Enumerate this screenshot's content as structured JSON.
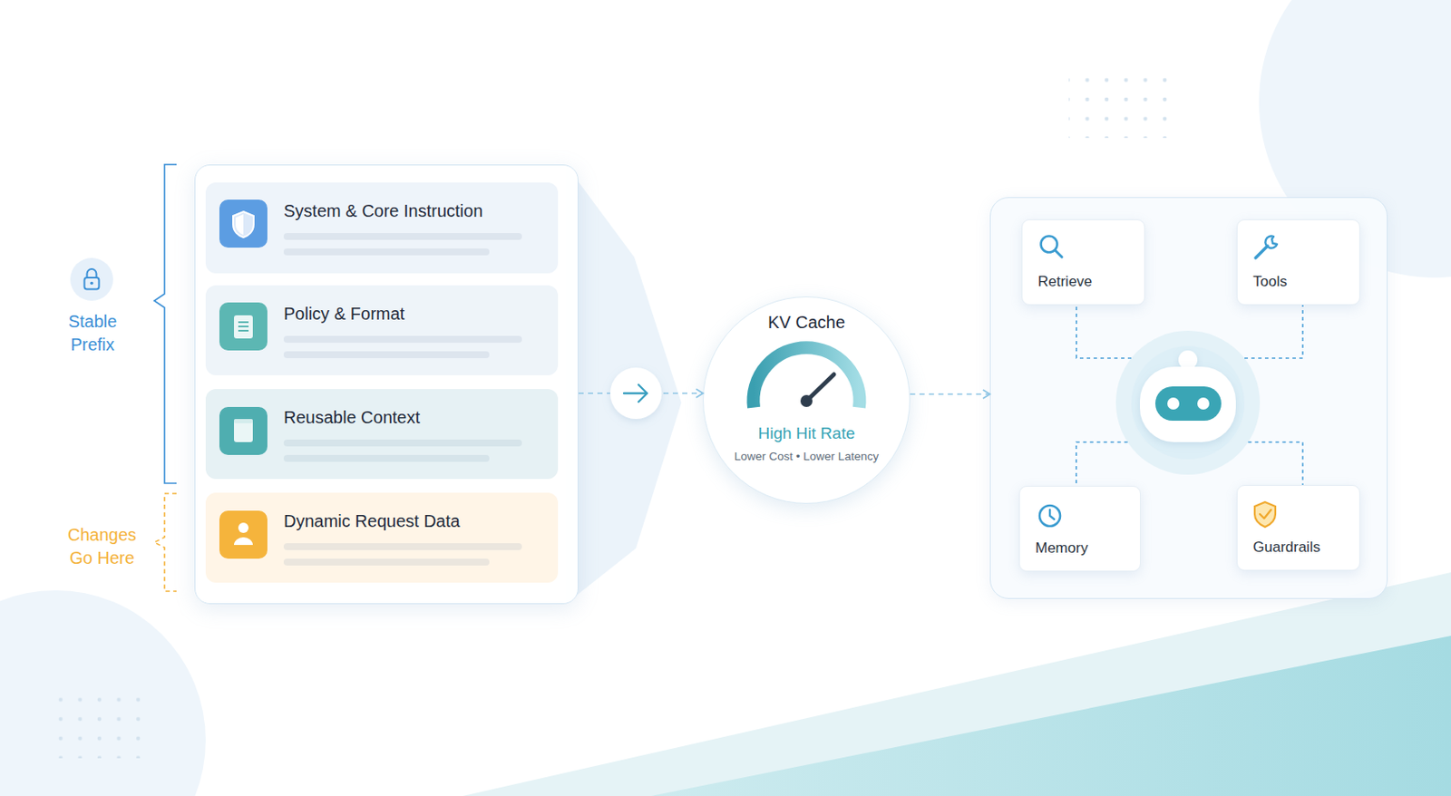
{
  "diagram": {
    "nodes": [
      {
        "text": []
      },
      {
        "text": [
          "System & Core Instruction"
        ],
        "in": 0
      },
      {
        "text": [
          "Policy & Format"
        ],
        "in": 0
      },
      {
        "text": [
          "Reusable Context"
        ],
        "in": 0
      },
      {
        "text": [
          "Dynamic Request Data"
        ],
        "in": 0
      },
      {
        "text": [
          "KV Cache",
          "High Hit Rate",
          "Lower Cost • Lower Latency"
        ]
      },
      {
        "text": []
      },
      {
        "text": [
          "Retrieve"
        ],
        "in": 6
      },
      {
        "text": [
          "Tools"
        ],
        "in": 6
      },
      {
        "text": [],
        "in": 6
      },
      {
        "text": [
          "Memory"
        ],
        "in": 6
      },
      {
        "text": [
          "Guardrails"
        ],
        "in": 6
      }
    ],
    "edges": [
      {
        "from": 0,
        "to": 5,
        "arrow": "to"
      },
      {
        "from": 5,
        "to": 6,
        "arrow": "to"
      },
      {
        "from": 9,
        "to": 7,
        "arrow": "none"
      },
      {
        "from": 9,
        "to": 8,
        "arrow": "none"
      },
      {
        "from": 9,
        "to": 10,
        "arrow": "none"
      },
      {
        "from": 9,
        "to": 11,
        "arrow": "none"
      }
    ],
    "labels": [
      "Stable Prefix",
      "Changes Go Here"
    ]
  }
}
